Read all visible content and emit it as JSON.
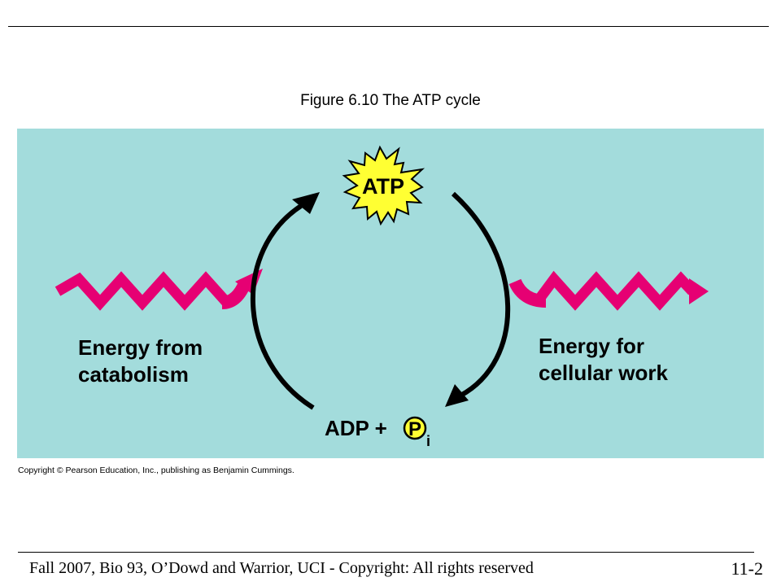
{
  "caption": "Figure 6.10  The ATP cycle",
  "diagram": {
    "background_color": "#a3dcdc",
    "arrow_color": "#e60073",
    "cycle_color": "#000000",
    "atp_burst_color": "#ffff33",
    "atp_label": "ATP",
    "adp_label": "ADP +",
    "phosphate_letter": "P",
    "phosphate_subscript": "i",
    "left_label_line1": "Energy from",
    "left_label_line2": "catabolism",
    "right_label_line1": "Energy for",
    "right_label_line2": "cellular work",
    "copyright": "Copyright © Pearson Education, Inc., publishing as Benjamin Cummings."
  },
  "footer": {
    "text": "Fall 2007, Bio 93, O’Dowd and Warrior, UCI - Copyright: All rights reserved",
    "page_number": "11-2"
  }
}
